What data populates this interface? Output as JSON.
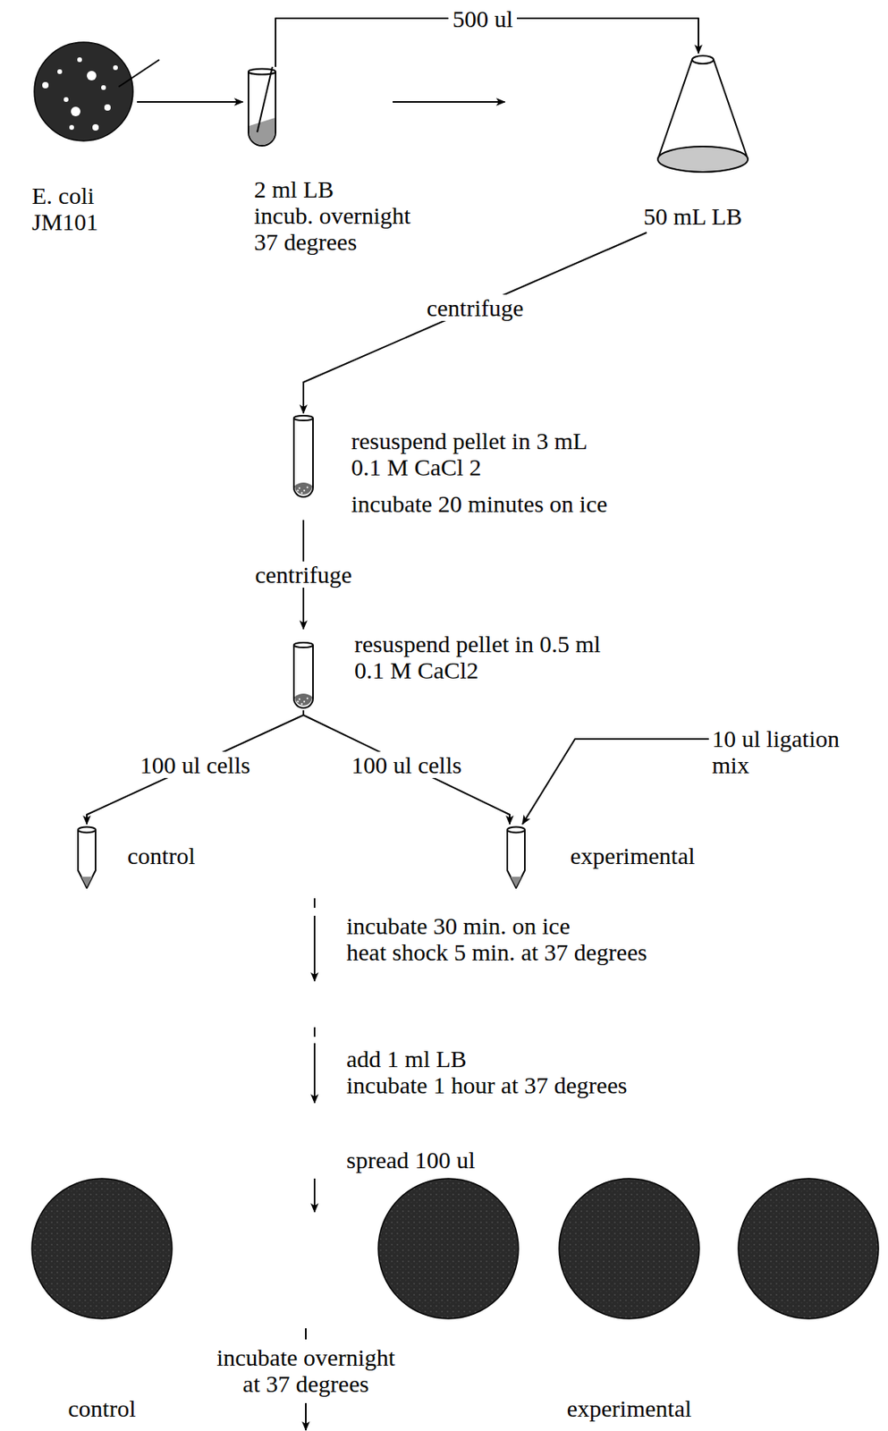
{
  "diagram": {
    "nodes": [
      {
        "text": [
          "E. coli JM101"
        ]
      },
      {
        "text": [
          "2 ml LB",
          "incub. overnight 37 degrees"
        ]
      },
      {
        "text": [
          "50 mL LB"
        ]
      },
      {
        "text": [
          "resuspend pellet in 3 mL 0.1 M CaCl 2",
          "incubate 20 minutes on ice"
        ]
      },
      {
        "text": [
          "resuspend pellet in 0.5 ml 0.1 M CaCl2"
        ]
      },
      {
        "text": [
          "10 ul ligation mix"
        ]
      },
      {
        "text": [
          "control"
        ]
      },
      {
        "text": [
          "experimental"
        ]
      }
    ],
    "edges": [
      {
        "from": 0,
        "to": 1,
        "arrow": "to"
      },
      {
        "from": 1,
        "to": 2,
        "label": "500 ul",
        "arrow": "to"
      },
      {
        "from": 2,
        "to": 3,
        "label": "centrifuge",
        "arrow": "to"
      },
      {
        "from": 3,
        "to": 4,
        "label": "centrifuge",
        "arrow": "to"
      },
      {
        "from": 4,
        "to": 6,
        "label": "100 ul cells",
        "arrow": "to"
      },
      {
        "from": 4,
        "to": 7,
        "label": "100 ul cells",
        "arrow": "to"
      },
      {
        "from": 5,
        "to": 7,
        "arrow": "to"
      }
    ],
    "labels": [
      "incubate 30 min. on ice",
      "heat shock 5 min. at 37 degrees",
      "add 1 ml LB",
      "incubate 1 hour at 37 degrees",
      "spread 100 ul",
      "incubate overnight at 37 degrees",
      "control",
      "experimental"
    ]
  }
}
